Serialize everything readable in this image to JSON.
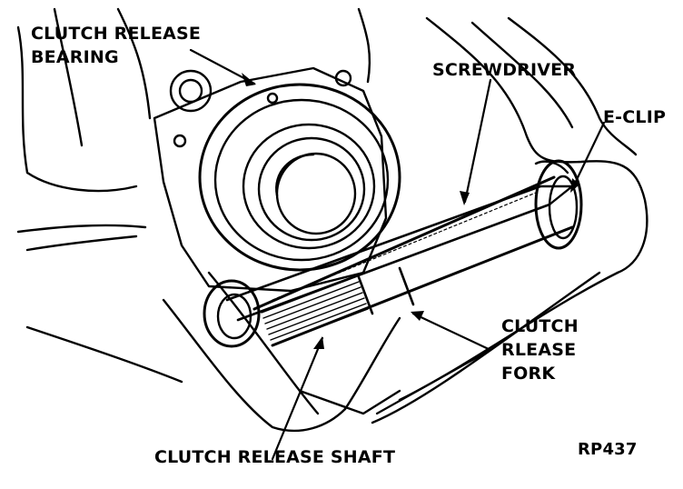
{
  "labels": {
    "clutch_release_bearing": {
      "line1": "CLUTCH RELEASE",
      "line2": "BEARING"
    },
    "screwdriver": "SCREWDRIVER",
    "e_clip": "E-CLIP",
    "clutch_release_fork": {
      "line1": "CLUTCH",
      "line2": "RLEASE",
      "line3": "FORK"
    },
    "clutch_release_shaft": "CLUTCH RELEASE SHAFT",
    "figure_code": "RP437"
  },
  "colors": {
    "ink": "#000000",
    "paper": "#ffffff"
  }
}
